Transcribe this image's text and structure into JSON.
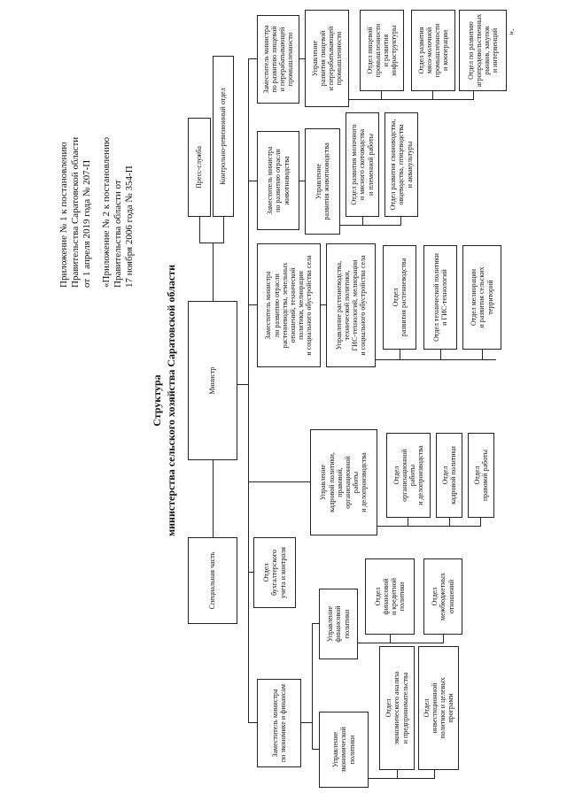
{
  "header": {
    "appendix_line": "Приложение № 1 к постановлению\nПравительства Саратовской области\nот 1 апреля 2019 года № 207-П",
    "replaces_line": "«Приложение № 2 к постановлению\nПравительства области от\n17 ноября 2006 года № 354-П"
  },
  "title": {
    "line1": "Структура",
    "line2": "министерства сельского хозяйства Саратовской области"
  },
  "closing_mark": "».",
  "top": {
    "special": "Специальная часть",
    "minister": "Министр",
    "press": "Пресс-служба",
    "control": "Контрольно-ревизионный отдел"
  },
  "col1": {
    "deputy": "Заместитель министра\nпо экономике и финансам",
    "econ_dept": "Управление\nэкономической\nполитики",
    "econ_sub": [
      "Отдел\nэкономического анализа\nи предпринимательства",
      "Отдел\nинвестиционной\nполитики и целевых\nпрограмм"
    ],
    "fin_dept": "Управление\nфинансовой\nполитики",
    "fin_sub": [
      "Отдел\nфинансовой\nи кредитной\nполитики",
      "Отдел\nмежбюджетных\nотношений"
    ]
  },
  "col2": {
    "accounting": "Отдел\nбухгалтерского\nучета и контроля"
  },
  "col3": {
    "dept": "Управление\nкадровой политики,\nправовой,\nорганизационной\nработы\nи делопроизводства",
    "sub": [
      "Отдел\nорганизационной\nработы\nи делопроизводства",
      "Отдел\nкадровой политики",
      "Отдел\nправовой работы"
    ]
  },
  "col4": {
    "deputy": "Заместитель министра\nпо развитию отрасли\nрастениеводства, земельных\nотношений, технической\nполитики, мелиорации\nи социального обустройства села",
    "dept": "Управление растениеводства,\nтехнической политики,\nГИС-технологий, мелиорации\nи социального обустройства села",
    "sub": [
      "Отдел\nразвития растениеводства",
      "Отдел технической политики\nи ГИС-технологий",
      "Отдел мелиорации\nи развития сельских\nтерриторий"
    ]
  },
  "col5": {
    "deputy": "Заместитель министра\nпо развитию отрасли\nживотноводства",
    "dept": "Управление\nразвития животноводства",
    "sub": [
      "Отдел развития молочного\nи мясного скотоводства\nи племенной работы",
      "Отдел развития свиноводства,\nовцеводства, птицеводства\nи аквакультуры"
    ]
  },
  "col6": {
    "deputy": "Заместитель министра\nпо развитию пищевой\nи перерабатывающей\nпромышленности",
    "dept": "Управление\nразвития пищевой\nи перерабатывающей\nпромышленности",
    "sub": [
      "Отдел пищевой\nпромышленности\nи развития\nинфраструктуры",
      "Отдел развития\nмясо-молочной\nпромышленности\nи кооперации",
      "Отдел по развитию\nагропродовольственных\nрынков, закупок\nи интервенций"
    ]
  }
}
